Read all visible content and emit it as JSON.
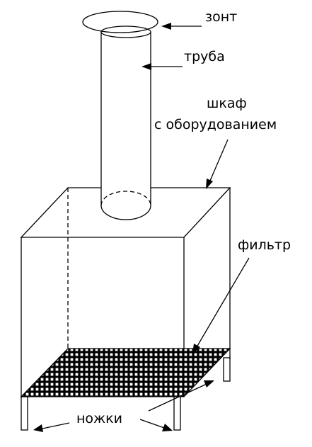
{
  "labels": {
    "umbrella": "зонт",
    "pipe": "труба",
    "cabinet_line1": "шкаф",
    "cabinet_line2": "с оборудованием",
    "filter": "фильтр",
    "legs": "ножки"
  },
  "colors": {
    "ink": "#000000",
    "background": "#ffffff"
  }
}
